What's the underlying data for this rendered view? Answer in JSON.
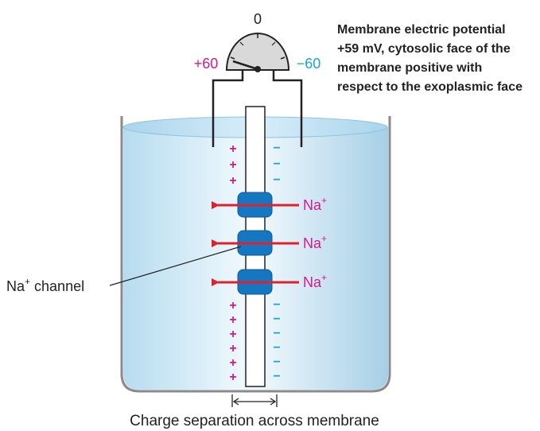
{
  "meter": {
    "zero_label": "0",
    "plus_label": "+60",
    "minus_label": "−60"
  },
  "annotation": {
    "line1": "Membrane electric potential",
    "line2": "+59 mV, cytosolic face of the",
    "line3": "membrane positive with",
    "line4": "respect to the exoplasmic face"
  },
  "ion_labels": [
    {
      "ion": "Na",
      "charge": "+"
    },
    {
      "ion": "Na",
      "charge": "+"
    },
    {
      "ion": "Na",
      "charge": "+"
    }
  ],
  "channel_label": {
    "ion": "Na",
    "charge": "+",
    "text": " channel"
  },
  "charges": {
    "plus": "+",
    "minus": "−"
  },
  "caption": "Charge separation across membrane",
  "colors": {
    "magenta": "#d6198c",
    "cyan": "#1aa3d4",
    "arrow_red": "#e0202a",
    "channel_blue": "#1577c2",
    "water_light": "#e9f5fc",
    "water_dark": "#a9d4ec",
    "meter_gray": "#d9d9d9"
  }
}
